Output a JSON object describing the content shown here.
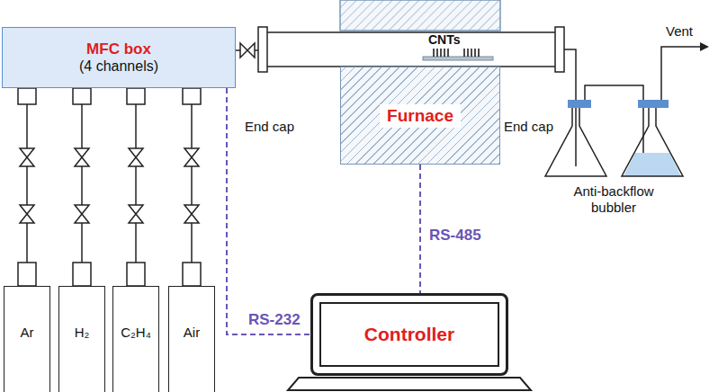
{
  "diagram": {
    "nodes": [
      {
        "text": [
          "MFC box",
          "(4 channels)"
        ]
      },
      {
        "text": [
          "Ar"
        ]
      },
      {
        "text": [
          "H₂"
        ]
      },
      {
        "text": [
          "C₂H₄"
        ]
      },
      {
        "text": [
          "Air"
        ]
      },
      {
        "text": [
          "Furnace"
        ]
      },
      {
        "text": [
          "Controller"
        ]
      }
    ],
    "edges": [
      {
        "from": 1,
        "to": 0,
        "arrow": "none"
      },
      {
        "from": 2,
        "to": 0,
        "arrow": "none"
      },
      {
        "from": 3,
        "to": 0,
        "arrow": "none"
      },
      {
        "from": 4,
        "to": 0,
        "arrow": "none"
      },
      {
        "from": 0,
        "to": 6,
        "label": "RS-232",
        "arrow": "none"
      },
      {
        "from": 5,
        "to": 6,
        "label": "RS-485",
        "arrow": "none"
      }
    ],
    "labels": [
      "CNTs",
      "End cap",
      "End cap",
      "Anti-backflow bubbler",
      "Vent"
    ]
  }
}
